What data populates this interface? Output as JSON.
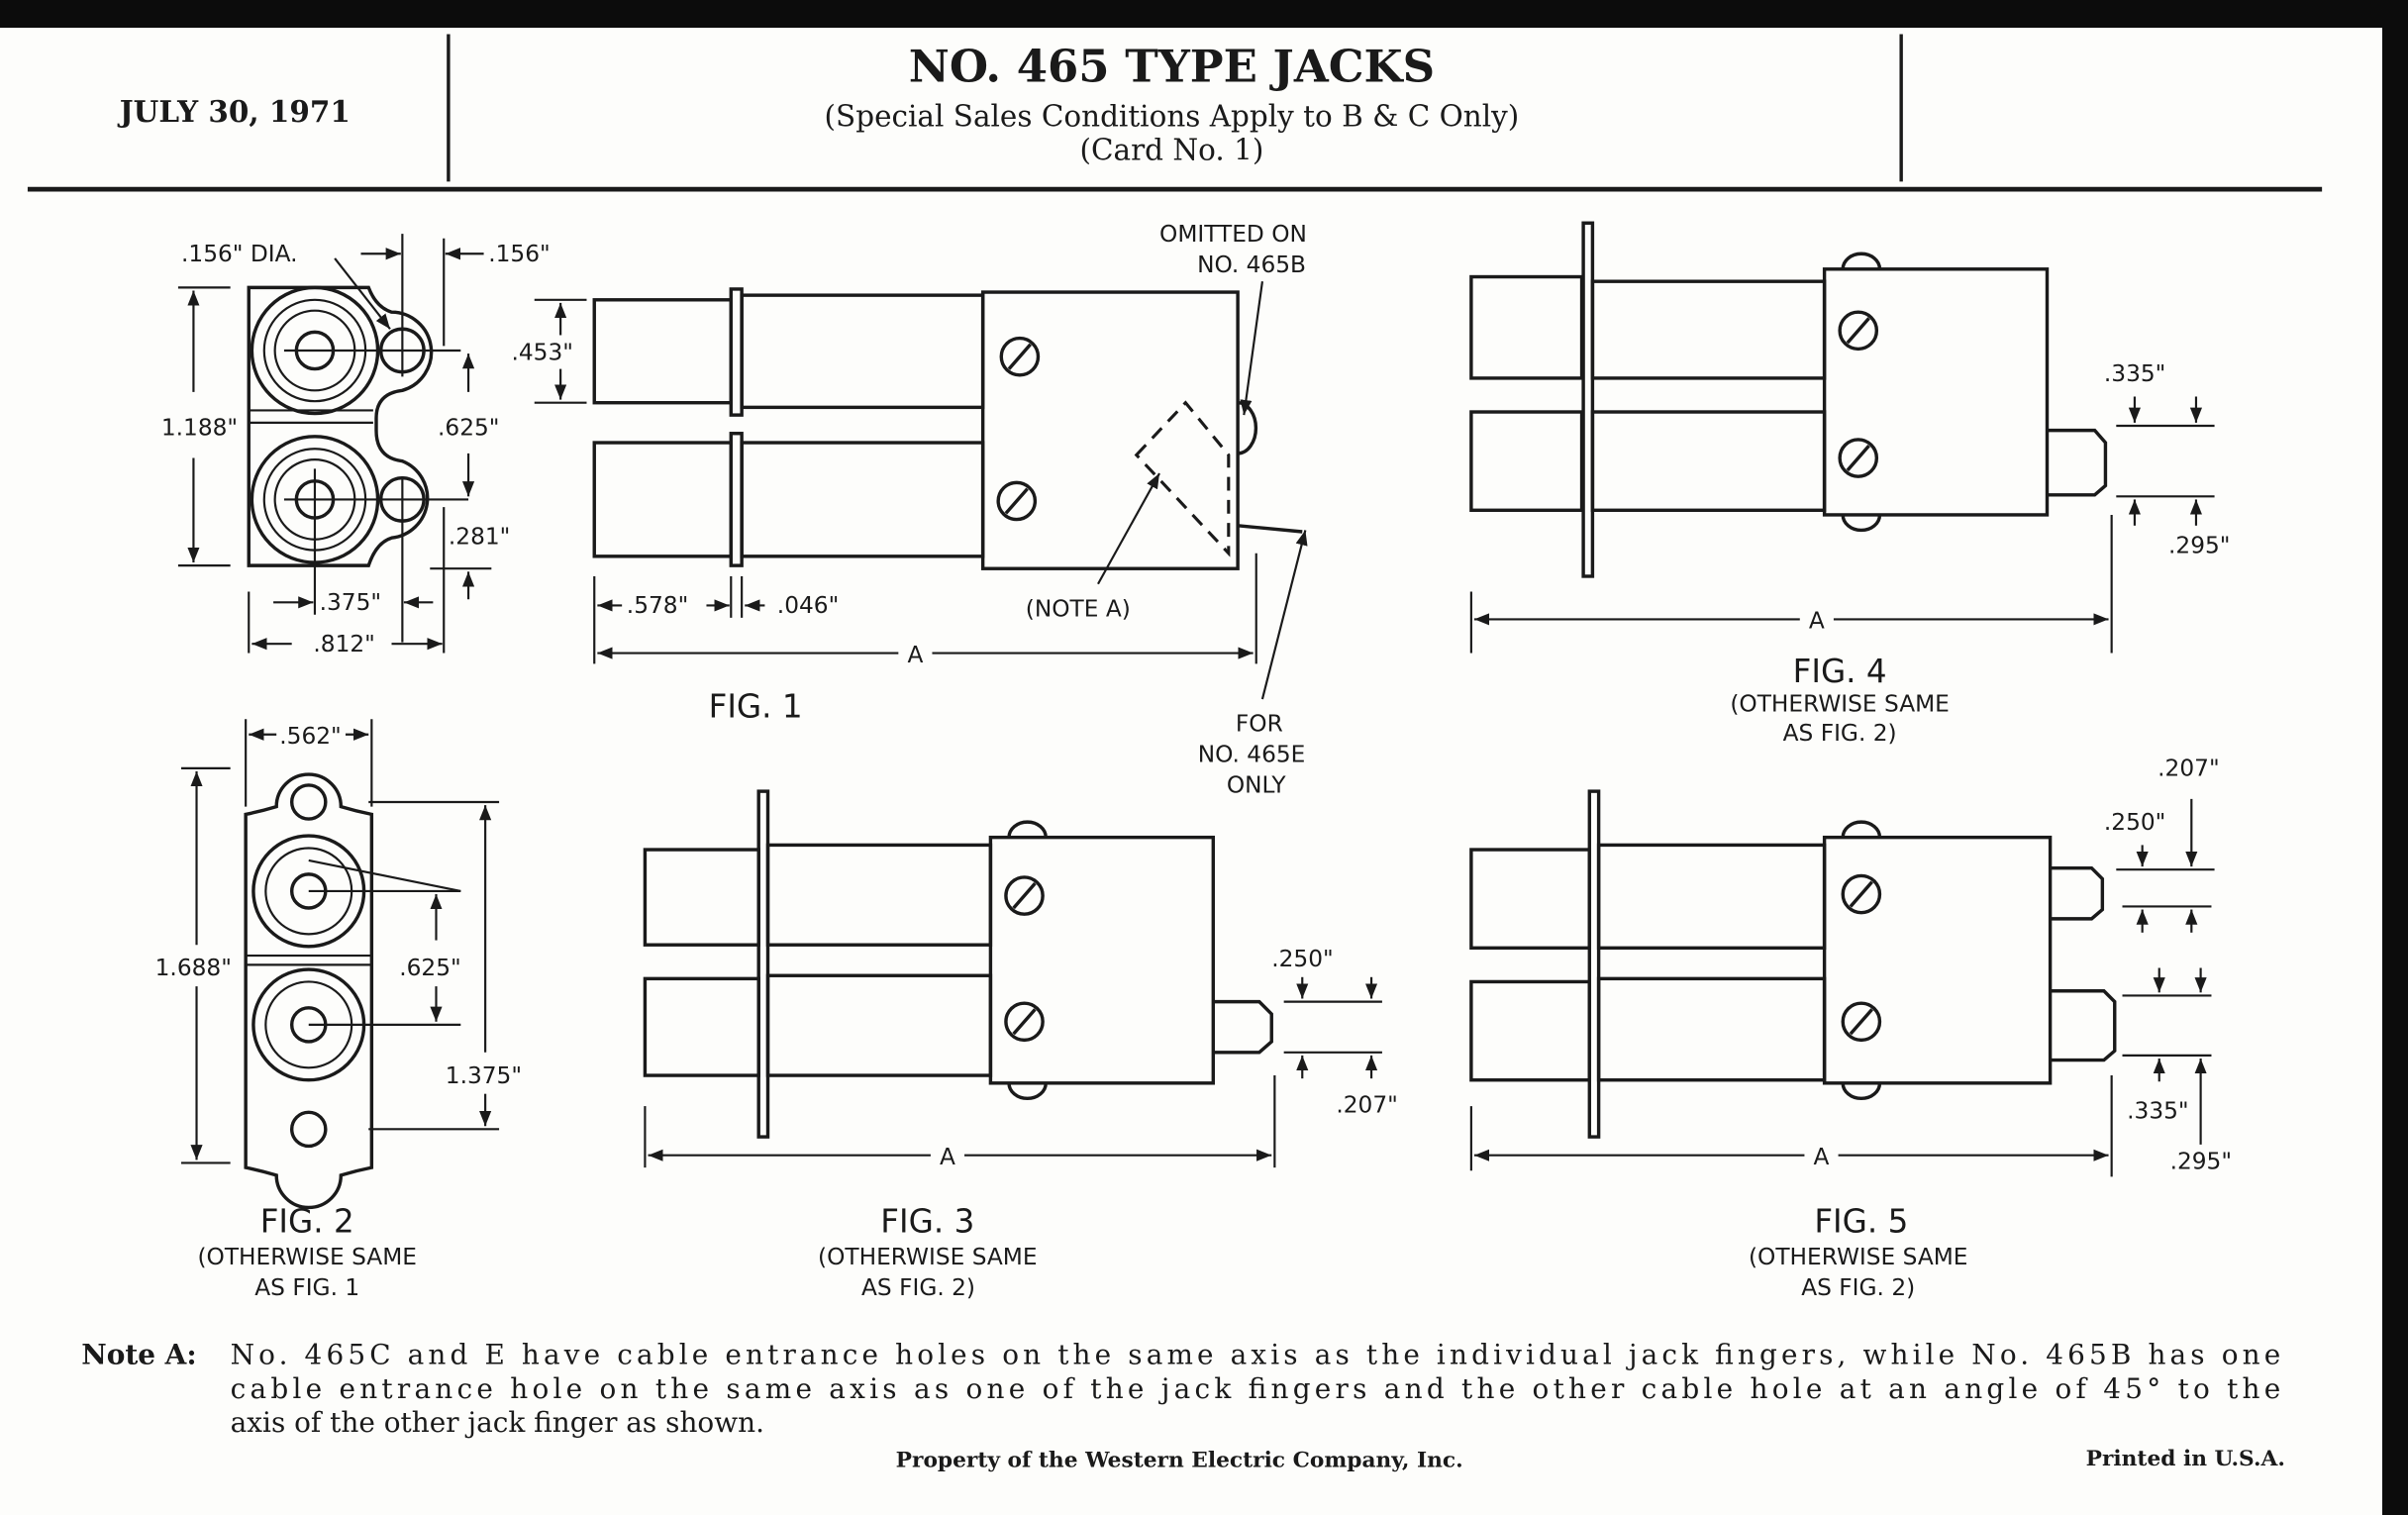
{
  "header": {
    "date": "JULY 30, 1971",
    "title": "NO. 465 TYPE JACKS",
    "subtitle": "(Special Sales Conditions Apply to B & C Only)",
    "card": "(Card No. 1)"
  },
  "fig1_front": {
    "hole_dia": ".156\" DIA.",
    "ear_width": ".156\"",
    "height": "1.188\"",
    "spacing": ".625\"",
    "bottom": ".281\"",
    "offset": ".375\"",
    "width": ".812\""
  },
  "fig1": {
    "title": "FIG. 1",
    "tube_dia": ".453\"",
    "tube_len": ".578\"",
    "flange": ".046\"",
    "omitted": [
      "OMITTED ON",
      "NO. 465B"
    ],
    "note": "(NOTE A)",
    "for_only": [
      "FOR",
      "NO. 465E",
      "ONLY"
    ],
    "dim_a": "A"
  },
  "fig2": {
    "width": ".562\"",
    "height": "1.688\"",
    "spacing": ".625\"",
    "hole_spacing": "1.375\"",
    "title": "FIG. 2",
    "caption": [
      "(OTHERWISE SAME",
      "AS FIG. 1"
    ]
  },
  "fig3": {
    "title": "FIG. 3",
    "caption": [
      "(OTHERWISE SAME",
      "AS FIG. 2)"
    ],
    "d1": ".250\"",
    "d2": ".207\"",
    "dim_a": "A"
  },
  "fig4": {
    "title": "FIG. 4",
    "caption": [
      "(OTHERWISE SAME",
      "AS FIG. 2)"
    ],
    "d1": ".335\"",
    "d2": ".295\"",
    "dim_a": "A"
  },
  "fig5": {
    "title": "FIG. 5",
    "caption": [
      "(OTHERWISE SAME",
      "AS FIG. 2)"
    ],
    "d1": ".207\"",
    "d2": ".250\"",
    "d3": ".335\"",
    "d4": ".295\"",
    "dim_a": "A"
  },
  "note": {
    "label": "Note A:",
    "lines": [
      "No. 465C and E have cable entrance holes on the same axis  as  the  individual  jack  fingers,  while  No.  465B  has  one",
      "cable  entrance  hole  on  the  same  axis  as  one  of  the  jack  fingers  and  the  other  cable  hole  at  an  angle  of  45°  to  the",
      "axis of the other jack finger as shown."
    ]
  },
  "footer": {
    "property": "Property of the Western Electric Company, Inc.",
    "printed": "Printed in U.S.A."
  }
}
